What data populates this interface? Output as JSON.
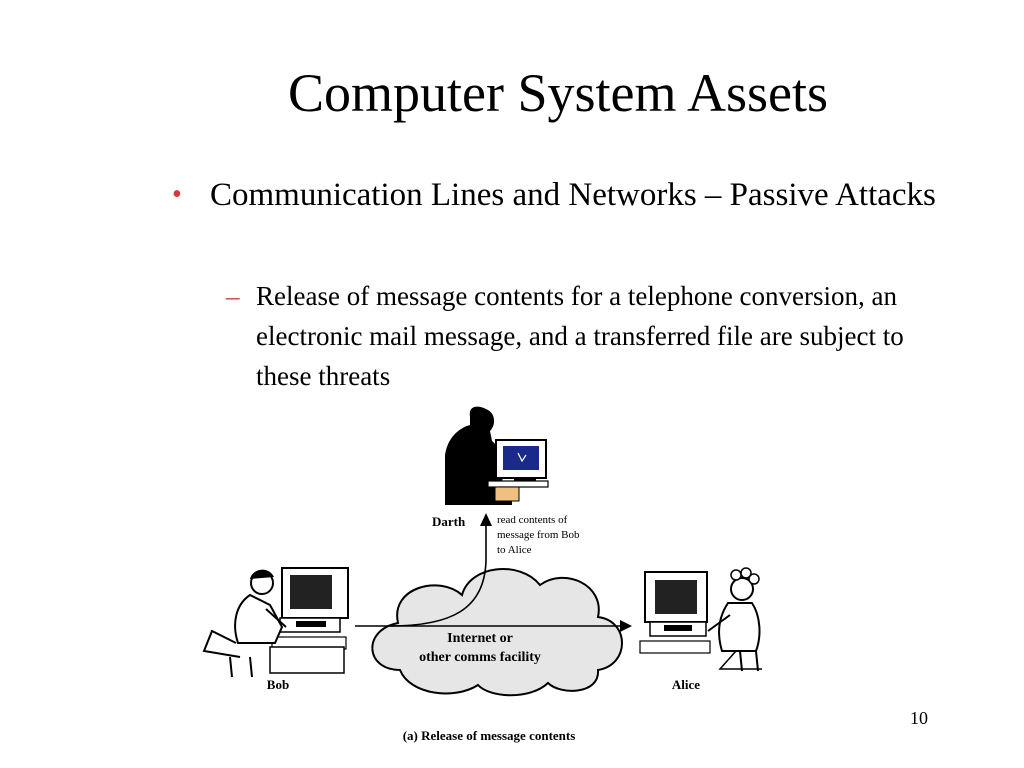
{
  "slide": {
    "title": "Computer System Assets",
    "bullet_1": "Communication Lines and Networks – Passive Attacks",
    "bullet_1_marker": "•",
    "bullet_2": "Release of message contents for a telephone conversion, an electronic mail message, and a transferred file are subject to these threats",
    "bullet_2_marker": "–",
    "page_number": "10"
  },
  "diagram": {
    "darth_label": "Darth",
    "annotation_lines": [
      "read contents of",
      "message from Bob",
      "to Alice"
    ],
    "cloud_lines": [
      "Internet or",
      "other comms facility"
    ],
    "bob_label": "Bob",
    "alice_label": "Alice",
    "caption": "(a) Release of message contents",
    "colors": {
      "cloud_fill": "#e6e6e6",
      "screen_fill": "#1a2a8a",
      "bullet_marker": "#d43a3a"
    }
  }
}
